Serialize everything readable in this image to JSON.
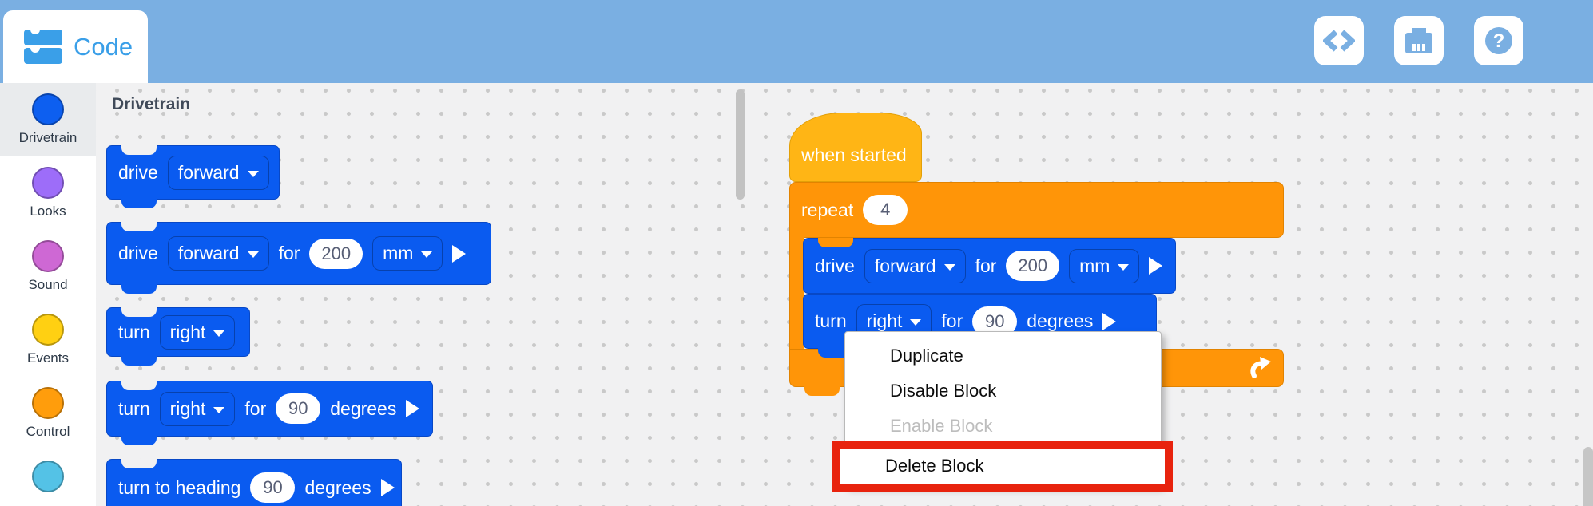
{
  "header": {
    "tab": {
      "label": "Code"
    },
    "buttons": [
      {
        "icon": "code-brackets-icon"
      },
      {
        "icon": "brain-device-icon"
      },
      {
        "icon": "help-icon"
      }
    ],
    "bar_color": "#7AAFE2",
    "accent_color": "#3A9FE8"
  },
  "sidebar": {
    "categories": [
      {
        "label": "Drivetrain",
        "color": "#0D5FF0",
        "selected": true
      },
      {
        "label": "Looks",
        "color": "#9D6DF9",
        "selected": false
      },
      {
        "label": "Sound",
        "color": "#CE68D4",
        "selected": false
      },
      {
        "label": "Events",
        "color": "#FFD012",
        "selected": false
      },
      {
        "label": "Control",
        "color": "#FF9D0C",
        "selected": false
      },
      {
        "label": "",
        "color": "#54C2E6",
        "selected": false
      }
    ]
  },
  "palette": {
    "title": "Drivetrain",
    "blocks": [
      {
        "name": "drive",
        "tokens": [
          {
            "k": "label",
            "v": "drive"
          },
          {
            "k": "dd",
            "v": "forward"
          }
        ]
      },
      {
        "name": "drive-for",
        "tokens": [
          {
            "k": "label",
            "v": "drive"
          },
          {
            "k": "dd",
            "v": "forward"
          },
          {
            "k": "label",
            "v": "for"
          },
          {
            "k": "oval",
            "v": "200"
          },
          {
            "k": "dd",
            "v": "mm"
          },
          {
            "k": "play"
          }
        ]
      },
      {
        "name": "turn",
        "tokens": [
          {
            "k": "label",
            "v": "turn"
          },
          {
            "k": "dd",
            "v": "right"
          }
        ]
      },
      {
        "name": "turn-for",
        "tokens": [
          {
            "k": "label",
            "v": "turn"
          },
          {
            "k": "dd",
            "v": "right"
          },
          {
            "k": "label",
            "v": "for"
          },
          {
            "k": "oval",
            "v": "90"
          },
          {
            "k": "label",
            "v": "degrees"
          },
          {
            "k": "play"
          }
        ]
      },
      {
        "name": "turn-to-heading",
        "tokens": [
          {
            "k": "label",
            "v": "turn to heading"
          },
          {
            "k": "oval",
            "v": "90"
          },
          {
            "k": "label",
            "v": "degrees"
          },
          {
            "k": "play"
          }
        ]
      }
    ]
  },
  "workspace": {
    "hat": {
      "label": "when started"
    },
    "repeat": {
      "tokens": [
        {
          "k": "label",
          "v": "repeat"
        },
        {
          "k": "oval",
          "v": "4"
        }
      ],
      "loop_icon": "repeat-loop-icon"
    },
    "blocks": [
      {
        "name": "drive-for",
        "tokens": [
          {
            "k": "label",
            "v": "drive"
          },
          {
            "k": "dd",
            "v": "forward"
          },
          {
            "k": "label",
            "v": "for"
          },
          {
            "k": "oval",
            "v": "200"
          },
          {
            "k": "dd",
            "v": "mm"
          },
          {
            "k": "play"
          }
        ]
      },
      {
        "name": "turn-for",
        "tokens": [
          {
            "k": "label",
            "v": "turn"
          },
          {
            "k": "dd",
            "v": "right"
          },
          {
            "k": "label",
            "v": "for"
          },
          {
            "k": "oval",
            "v": "90"
          },
          {
            "k": "label",
            "v": "degrees"
          },
          {
            "k": "play"
          }
        ]
      }
    ]
  },
  "context_menu": {
    "items": [
      {
        "label": "Duplicate",
        "state": "normal"
      },
      {
        "label": "Disable Block",
        "state": "normal"
      },
      {
        "label": "Enable Block",
        "state": "disabled"
      },
      {
        "label": "Delete Block",
        "state": "highlighted"
      }
    ],
    "highlight_color": "#E8230E"
  }
}
